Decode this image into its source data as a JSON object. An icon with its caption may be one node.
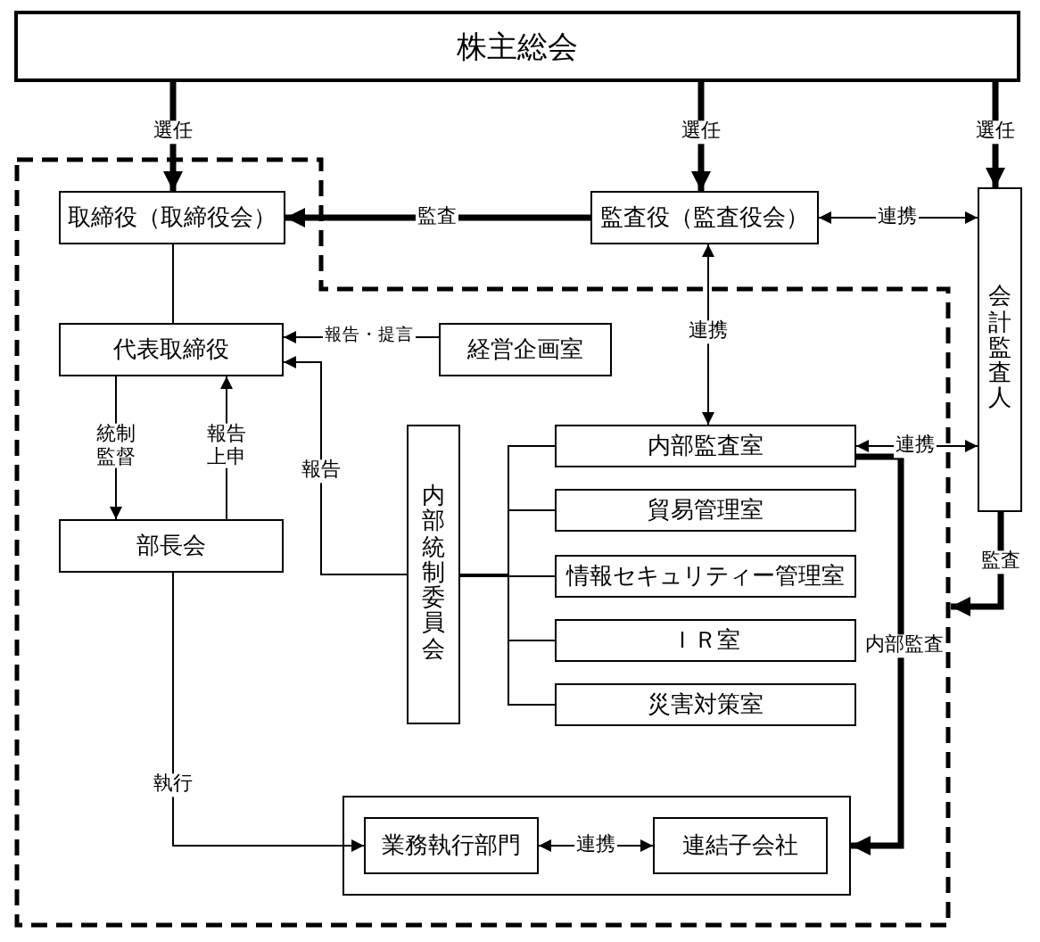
{
  "diagram": {
    "nodes": [
      {
        "text": [
          "株主総会"
        ]
      },
      {
        "text": [],
        "shape": "polygon"
      },
      {
        "text": [
          "取締役（取締役会）"
        ],
        "in": 1
      },
      {
        "text": [
          "監査役（監査役会）"
        ]
      },
      {
        "text": [
          "会計監査人"
        ]
      },
      {
        "text": [
          "代表取締役"
        ],
        "in": 1
      },
      {
        "text": [
          "経営企画室"
        ],
        "in": 1
      },
      {
        "text": [
          "部長会"
        ],
        "in": 1
      },
      {
        "text": [
          "内部統制委員会"
        ],
        "in": 1
      },
      {
        "text": [
          "内部監査室"
        ],
        "in": 1
      },
      {
        "text": [
          "貿易管理室"
        ],
        "in": 1
      },
      {
        "text": [
          "情報セキュリティー管理室"
        ],
        "in": 1
      },
      {
        "text": [
          "ＩＲ室"
        ],
        "in": 1
      },
      {
        "text": [
          "災害対策室"
        ],
        "in": 1
      },
      {
        "text": [],
        "shape": "box",
        "in": 1
      },
      {
        "text": [
          "業務執行部門"
        ],
        "in": 14
      },
      {
        "text": [
          "連結子会社"
        ],
        "in": 14
      }
    ],
    "edges": [
      {
        "from": 0,
        "to": 2,
        "arrow": "to",
        "label": "選任",
        "style": "thick"
      },
      {
        "from": 0,
        "to": 3,
        "arrow": "to",
        "label": "選任",
        "style": "thick"
      },
      {
        "from": 0,
        "to": 4,
        "arrow": "to",
        "label": "選任",
        "style": "thick"
      },
      {
        "from": 3,
        "to": 2,
        "arrow": "to",
        "label": "監査",
        "style": "thick"
      },
      {
        "from": 3,
        "to": 4,
        "arrow": "both",
        "label": "連携"
      },
      {
        "from": 2,
        "to": 5,
        "arrow": "none"
      },
      {
        "from": 6,
        "to": 5,
        "arrow": "to",
        "label": "報告・提言"
      },
      {
        "from": 5,
        "to": 7,
        "arrow": "to",
        "label": "統制監督"
      },
      {
        "from": 7,
        "to": 5,
        "arrow": "to",
        "label": "報告上申"
      },
      {
        "from": 8,
        "to": 5,
        "arrow": "to",
        "label": "報告"
      },
      {
        "from": 9,
        "to": 3,
        "arrow": "both",
        "label": "連携"
      },
      {
        "from": 9,
        "to": 4,
        "arrow": "both",
        "label": "連携"
      },
      {
        "from": 8,
        "to": 9,
        "arrow": "none"
      },
      {
        "from": 8,
        "to": 10,
        "arrow": "none"
      },
      {
        "from": 8,
        "to": 11,
        "arrow": "none"
      },
      {
        "from": 8,
        "to": 12,
        "arrow": "none"
      },
      {
        "from": 8,
        "to": 13,
        "arrow": "none"
      },
      {
        "from": 7,
        "to": 15,
        "arrow": "to",
        "label": "執行"
      },
      {
        "from": 15,
        "to": 16,
        "arrow": "both",
        "label": "連携"
      },
      {
        "from": 9,
        "to": 14,
        "arrow": "to",
        "label": "内部監査",
        "style": "thick"
      },
      {
        "from": 4,
        "to": 1,
        "arrow": "to",
        "label": "監査",
        "style": "thick"
      }
    ]
  }
}
